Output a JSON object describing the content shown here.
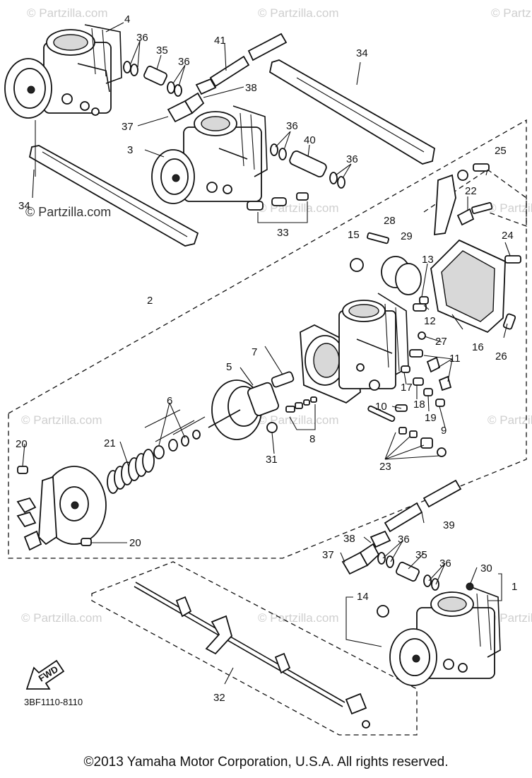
{
  "watermark": "© Partzilla.com",
  "diagram_code": "3BF1110-8110",
  "fwd_label": "FWD",
  "copyright": "©2013 Yamaha Motor Corporation, U.S.A. All rights reserved.",
  "labels": {
    "p1": "1",
    "p2": "2",
    "p3": "3",
    "p4": "4",
    "p5": "5",
    "p6": "6",
    "p7": "7",
    "p8": "8",
    "p9": "9",
    "p10": "10",
    "p11": "11",
    "p12": "12",
    "p13": "13",
    "p14": "14",
    "p15": "15",
    "p16": "16",
    "p17": "17",
    "p18": "18",
    "p19": "19",
    "p20a": "20",
    "p20b": "20",
    "p21": "21",
    "p22": "22",
    "p23": "23",
    "p24": "24",
    "p25": "25",
    "p26": "26",
    "p27": "27",
    "p28": "28",
    "p29": "29",
    "p30": "30",
    "p31": "31",
    "p32": "32",
    "p33": "33",
    "p34a": "34",
    "p34b": "34",
    "p35a": "35",
    "p35b": "35",
    "p36a": "36",
    "p36b": "36",
    "p36c": "36",
    "p36d": "36",
    "p36e": "36",
    "p36f": "36",
    "p37a": "37",
    "p37b": "37",
    "p38a": "38",
    "p38b": "38",
    "p39": "39",
    "p40": "40",
    "p41": "41"
  }
}
